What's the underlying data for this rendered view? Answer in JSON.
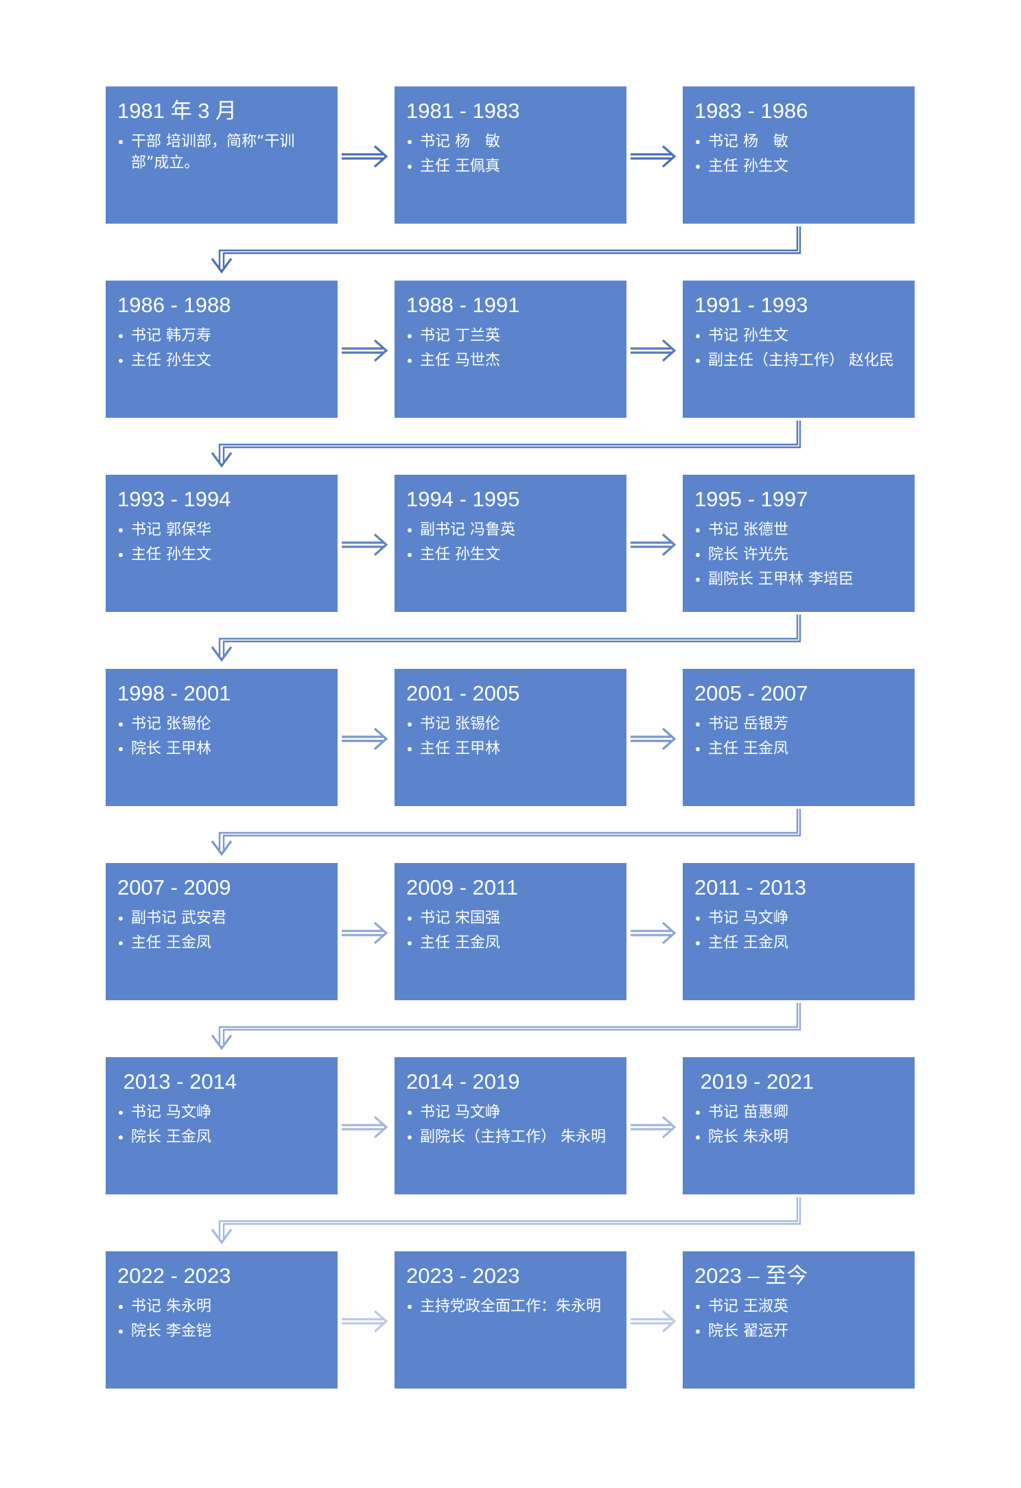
{
  "colors": {
    "box_fill": "#5b84cc",
    "text": "#ffffff",
    "arrow_row_colors": [
      "#4a6fb7",
      "#5679bd",
      "#6482c2",
      "#7d98cc",
      "#91a7d4",
      "#a6b8dc",
      "#bcc9e4"
    ]
  },
  "rows": [
    {
      "boxes": [
        {
          "title": "1981 年 3 月",
          "bullets": [
            "干部 培训部，简称“干训部”成立。"
          ]
        },
        {
          "title": "1981 - 1983",
          "bullets": [
            "书记 杨　敏",
            "主任 王佩真"
          ]
        },
        {
          "title": "1983 - 1986",
          "bullets": [
            "书记 杨　敏",
            "主任 孙生文"
          ]
        }
      ]
    },
    {
      "boxes": [
        {
          "title": "1986 - 1988",
          "bullets": [
            "书记 韩万寿",
            "主任 孙生文"
          ]
        },
        {
          "title": "1988 - 1991",
          "bullets": [
            "书记 丁兰英",
            "主任 马世杰"
          ]
        },
        {
          "title": "1991 - 1993",
          "bullets": [
            "书记 孙生文",
            "副主任（主持工作） 赵化民"
          ]
        }
      ]
    },
    {
      "boxes": [
        {
          "title": "1993 - 1994",
          "bullets": [
            "书记 郭保华",
            "主任 孙生文"
          ]
        },
        {
          "title": "1994 - 1995",
          "bullets": [
            "副书记 冯鲁英",
            "主任 孙生文"
          ]
        },
        {
          "title": "1995 - 1997",
          "bullets": [
            "书记 张德世",
            "院长 许光先",
            "副院长 王甲林 李培臣"
          ]
        }
      ]
    },
    {
      "boxes": [
        {
          "title": "1998 - 2001",
          "bullets": [
            "书记 张锡伦",
            "院长 王甲林"
          ]
        },
        {
          "title": "2001 - 2005",
          "bullets": [
            "书记 张锡伦",
            "主任 王甲林"
          ]
        },
        {
          "title": "2005 - 2007",
          "bullets": [
            "书记 岳银芳",
            "主任 王金凤"
          ]
        }
      ]
    },
    {
      "boxes": [
        {
          "title": "2007 - 2009",
          "bullets": [
            "副书记 武安君",
            "主任 王金凤"
          ]
        },
        {
          "title": "2009 - 2011",
          "bullets": [
            "书记 宋国强",
            "主任 王金凤"
          ]
        },
        {
          "title": "2011 - 2013",
          "bullets": [
            "书记 马文峥",
            "主任 王金凤"
          ]
        }
      ]
    },
    {
      "boxes": [
        {
          "title": " 2013 - 2014",
          "bullets": [
            "书记 马文峥",
            "院长 王金凤"
          ]
        },
        {
          "title": "2014 - 2019",
          "bullets": [
            "书记 马文峥",
            "副院长（主持工作） 朱永明"
          ]
        },
        {
          "title": " 2019 - 2021",
          "bullets": [
            "书记 苗惠卿",
            "院长 朱永明"
          ]
        }
      ]
    },
    {
      "boxes": [
        {
          "title": "2022 - 2023",
          "bullets": [
            "书记 朱永明",
            "院长 李金铠"
          ]
        },
        {
          "title": "2023 - 2023",
          "bullets": [
            "主持党政全面工作：朱永明"
          ]
        },
        {
          "title": "2023 – 至今",
          "bullets": [
            "书记 王淑英",
            "院长 翟运开"
          ]
        }
      ]
    }
  ]
}
